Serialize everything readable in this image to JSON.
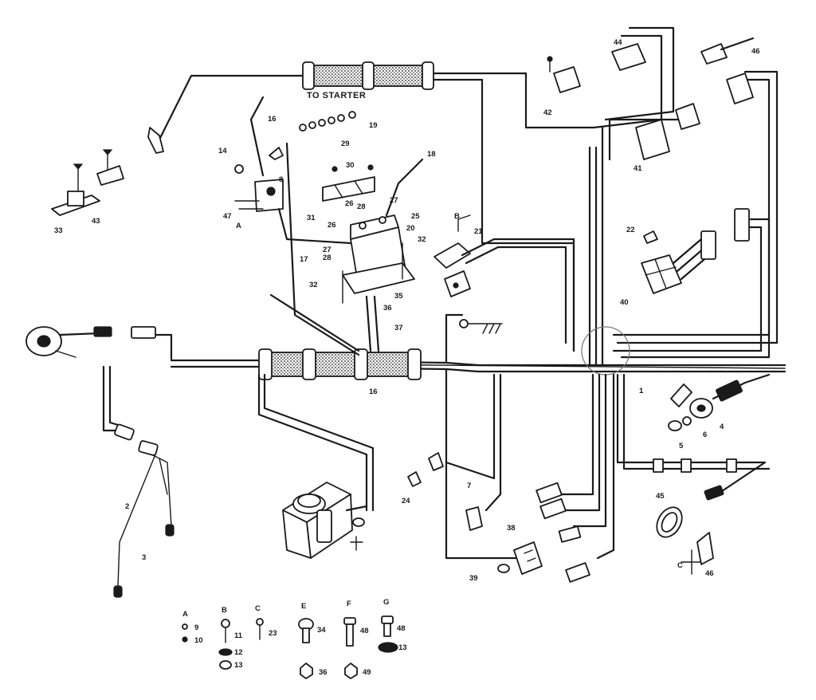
{
  "diagram": {
    "title": "TO STARTER",
    "callouts": [
      {
        "id": "c1",
        "text": "1"
      },
      {
        "id": "c2",
        "text": "2"
      },
      {
        "id": "c3",
        "text": "3"
      },
      {
        "id": "c4",
        "text": "4"
      },
      {
        "id": "c5",
        "text": "5"
      },
      {
        "id": "c6",
        "text": "6"
      },
      {
        "id": "c7",
        "text": "7"
      },
      {
        "id": "c8",
        "text": "8"
      },
      {
        "id": "c14",
        "text": "14"
      },
      {
        "id": "c16a",
        "text": "16"
      },
      {
        "id": "c16b",
        "text": "16"
      },
      {
        "id": "c17",
        "text": "17"
      },
      {
        "id": "c18",
        "text": "18"
      },
      {
        "id": "c19",
        "text": "19"
      },
      {
        "id": "c20",
        "text": "20"
      },
      {
        "id": "c21",
        "text": "21"
      },
      {
        "id": "c22",
        "text": "22"
      },
      {
        "id": "c24",
        "text": "24"
      },
      {
        "id": "c25",
        "text": "25"
      },
      {
        "id": "c26a",
        "text": "26"
      },
      {
        "id": "c26b",
        "text": "26"
      },
      {
        "id": "c27a",
        "text": "27"
      },
      {
        "id": "c27b",
        "text": "27"
      },
      {
        "id": "c28a",
        "text": "28"
      },
      {
        "id": "c28b",
        "text": "28"
      },
      {
        "id": "c29",
        "text": "29"
      },
      {
        "id": "c30",
        "text": "30"
      },
      {
        "id": "c31",
        "text": "31"
      },
      {
        "id": "c32a",
        "text": "32"
      },
      {
        "id": "c32b",
        "text": "32"
      },
      {
        "id": "c33",
        "text": "33"
      },
      {
        "id": "c35",
        "text": "35"
      },
      {
        "id": "c36",
        "text": "36"
      },
      {
        "id": "c37",
        "text": "37"
      },
      {
        "id": "c38",
        "text": "38"
      },
      {
        "id": "c39",
        "text": "39"
      },
      {
        "id": "c40",
        "text": "40"
      },
      {
        "id": "c41",
        "text": "41"
      },
      {
        "id": "c42",
        "text": "42"
      },
      {
        "id": "c43",
        "text": "43"
      },
      {
        "id": "c44",
        "text": "44"
      },
      {
        "id": "c45",
        "text": "45"
      },
      {
        "id": "c46a",
        "text": "46"
      },
      {
        "id": "c46b",
        "text": "46"
      },
      {
        "id": "c47",
        "text": "47"
      },
      {
        "id": "cA1",
        "text": "A"
      },
      {
        "id": "cB1",
        "text": "B"
      },
      {
        "id": "cC1",
        "text": "C"
      },
      {
        "id": "cF1",
        "text": "F"
      }
    ],
    "hardware": {
      "groups": [
        {
          "letter": "A",
          "items": [
            "9",
            "10"
          ]
        },
        {
          "letter": "B",
          "items": [
            "11",
            "12",
            "13"
          ]
        },
        {
          "letter": "C",
          "items": [
            "23"
          ]
        },
        {
          "letter": "E",
          "items": [
            "34",
            "36"
          ]
        },
        {
          "letter": "F",
          "items": [
            "48",
            "49"
          ]
        },
        {
          "letter": "G",
          "items": [
            "48",
            "13"
          ]
        }
      ]
    }
  }
}
